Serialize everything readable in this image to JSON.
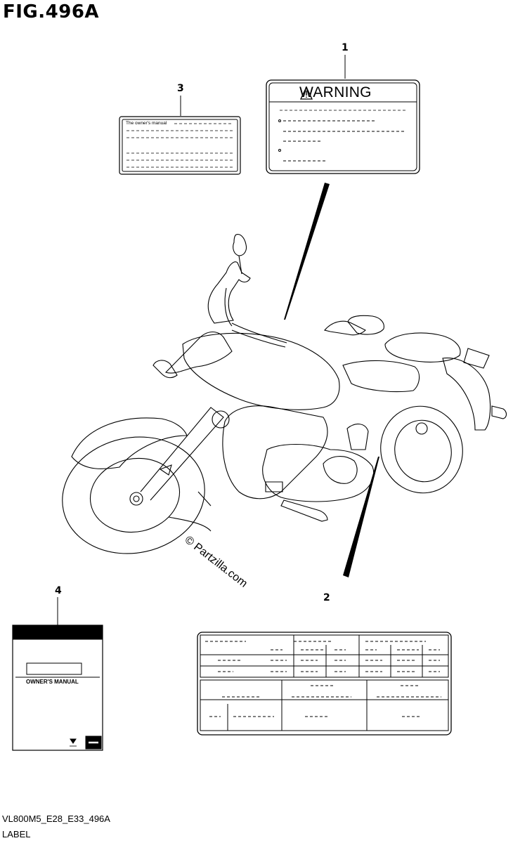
{
  "figure": {
    "title": "FIG.496A",
    "code": "VL800M5_E28_E33_496A",
    "section_label": "LABEL"
  },
  "callouts": [
    {
      "number": "1"
    },
    {
      "number": "2"
    },
    {
      "number": "3"
    },
    {
      "number": "4"
    }
  ],
  "labels": {
    "warning_title": "WARNING",
    "owners_manual_note": "The owner's manual",
    "manual_cover_title": "OWNER'S MANUAL"
  },
  "watermark": "© Partzilla.com",
  "colors": {
    "line": "#000000",
    "background": "#ffffff"
  },
  "icons": [
    "warning-triangle-icon",
    "suzuki-logo-icon",
    "motorcycle-outline"
  ]
}
